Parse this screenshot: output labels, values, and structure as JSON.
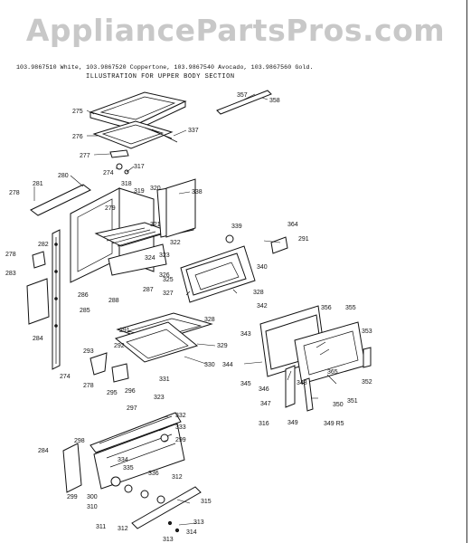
{
  "watermark": "AppliancePartsPros.com",
  "header": {
    "models": "103.9867510 White, 103.9867520 Coppertone, 103.9867540 Avocado, 103.9867560 Gold.",
    "title": "ILLUSTRATION FOR UPPER BODY SECTION"
  },
  "callouts": [
    "275",
    "276",
    "277",
    "274",
    "317",
    "337",
    "357",
    "358",
    "280",
    "281",
    "278",
    "318",
    "319",
    "279",
    "320",
    "338",
    "321",
    "339",
    "364",
    "322",
    "291",
    "282",
    "324",
    "323",
    "278",
    "326",
    "283",
    "325",
    "340",
    "286",
    "287",
    "288",
    "327",
    "328",
    "285",
    "284",
    "342",
    "356",
    "355",
    "328",
    "291",
    "343",
    "353",
    "292",
    "329",
    "293",
    "330",
    "344",
    "346",
    "274",
    "331",
    "348",
    "345",
    "365",
    "352",
    "278",
    "295",
    "296",
    "323",
    "297",
    "347",
    "350",
    "351",
    "316",
    "349",
    "349 R5",
    "332",
    "333",
    "298",
    "299",
    "284",
    "334",
    "335",
    "336",
    "312",
    "299",
    "300",
    "310",
    "315",
    "311",
    "312",
    "313",
    "314",
    "313"
  ]
}
